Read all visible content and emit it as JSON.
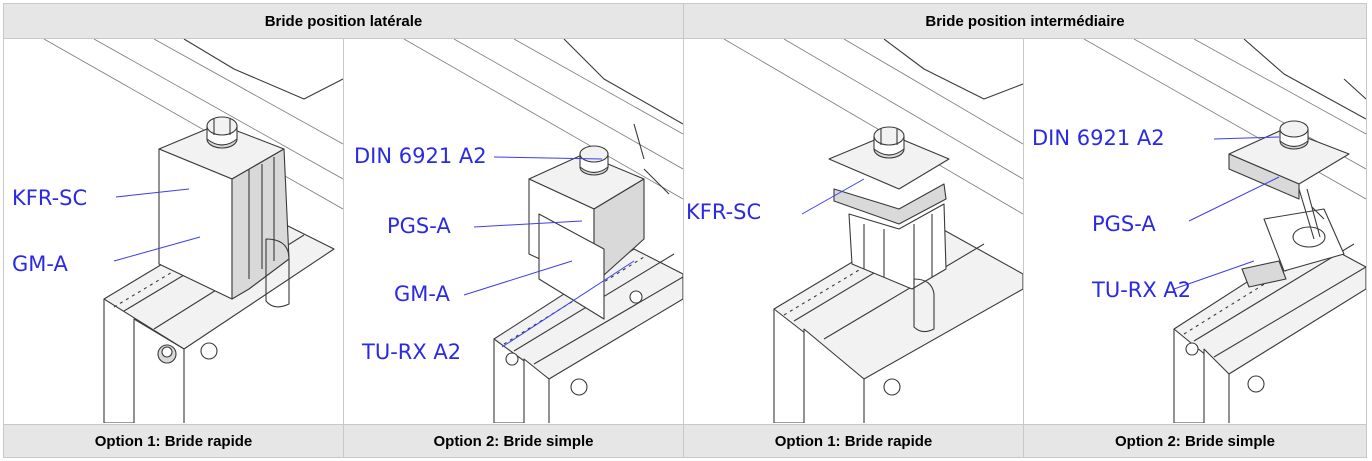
{
  "headers": {
    "lateral": "Bride position latérale",
    "intermediate": "Bride position intermédiaire"
  },
  "panels": [
    {
      "caption": "Option 1: Bride rapide",
      "labels": [
        "KFR-SC",
        "GM-A"
      ]
    },
    {
      "caption": "Option 2: Bride simple",
      "labels": [
        "DIN 6921 A2",
        "PGS-A",
        "GM-A",
        "TU-RX A2"
      ]
    },
    {
      "caption": "Option 1: Bride rapide",
      "labels": [
        "KFR-SC"
      ]
    },
    {
      "caption": "Option 2: Bride simple",
      "labels": [
        "DIN 6921 A2",
        "PGS-A",
        "TU-RX A2"
      ]
    }
  ]
}
